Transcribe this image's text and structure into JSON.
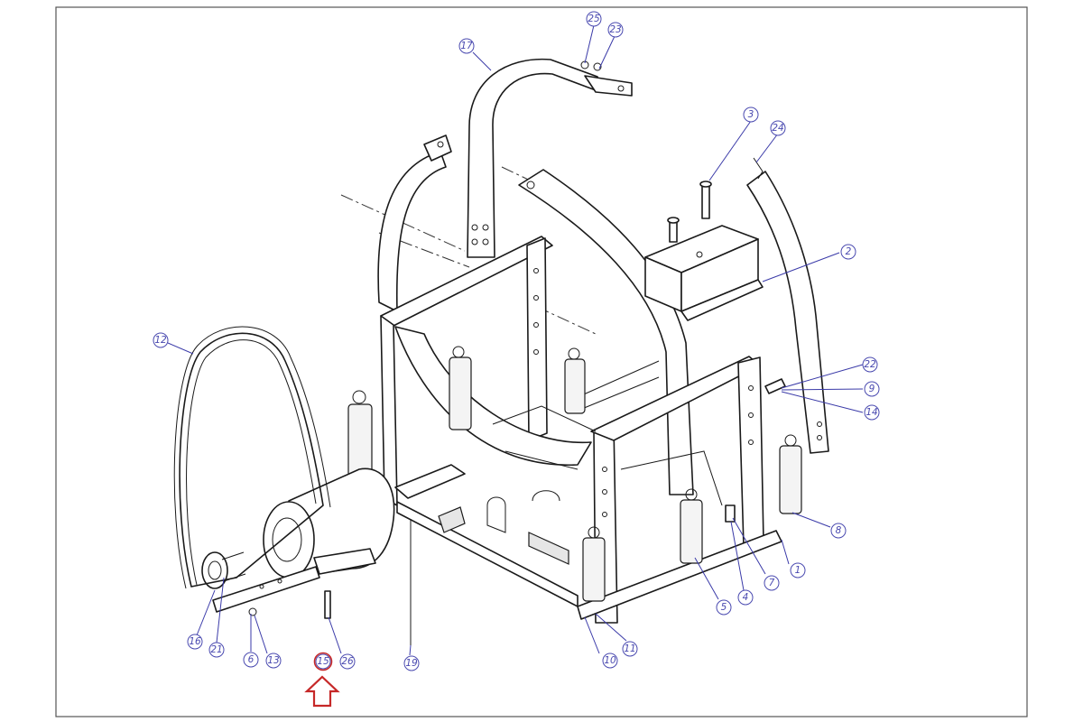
{
  "callouts": [
    {
      "id": "c25",
      "label": "25"
    },
    {
      "id": "c23",
      "label": "23"
    },
    {
      "id": "c17",
      "label": "17"
    },
    {
      "id": "c3",
      "label": "3"
    },
    {
      "id": "c24",
      "label": "24"
    },
    {
      "id": "c2",
      "label": "2"
    },
    {
      "id": "c12",
      "label": "12"
    },
    {
      "id": "c22",
      "label": "22"
    },
    {
      "id": "c9",
      "label": "9"
    },
    {
      "id": "c14",
      "label": "14"
    },
    {
      "id": "c8",
      "label": "8"
    },
    {
      "id": "c1",
      "label": "1"
    },
    {
      "id": "c7",
      "label": "7"
    },
    {
      "id": "c4",
      "label": "4"
    },
    {
      "id": "c5",
      "label": "5"
    },
    {
      "id": "c11a",
      "label": "11"
    },
    {
      "id": "c10",
      "label": "10"
    },
    {
      "id": "c19",
      "label": "19"
    },
    {
      "id": "c26",
      "label": "26"
    },
    {
      "id": "c13",
      "label": "13"
    },
    {
      "id": "c6",
      "label": "6"
    },
    {
      "id": "c21",
      "label": "21"
    },
    {
      "id": "c16",
      "label": "16"
    },
    {
      "id": "c15",
      "label": "15",
      "highlighted": true
    }
  ],
  "colors": {
    "callout": "#4a4ab0",
    "highlight": "#c62828",
    "line": "#1a1a1a"
  }
}
